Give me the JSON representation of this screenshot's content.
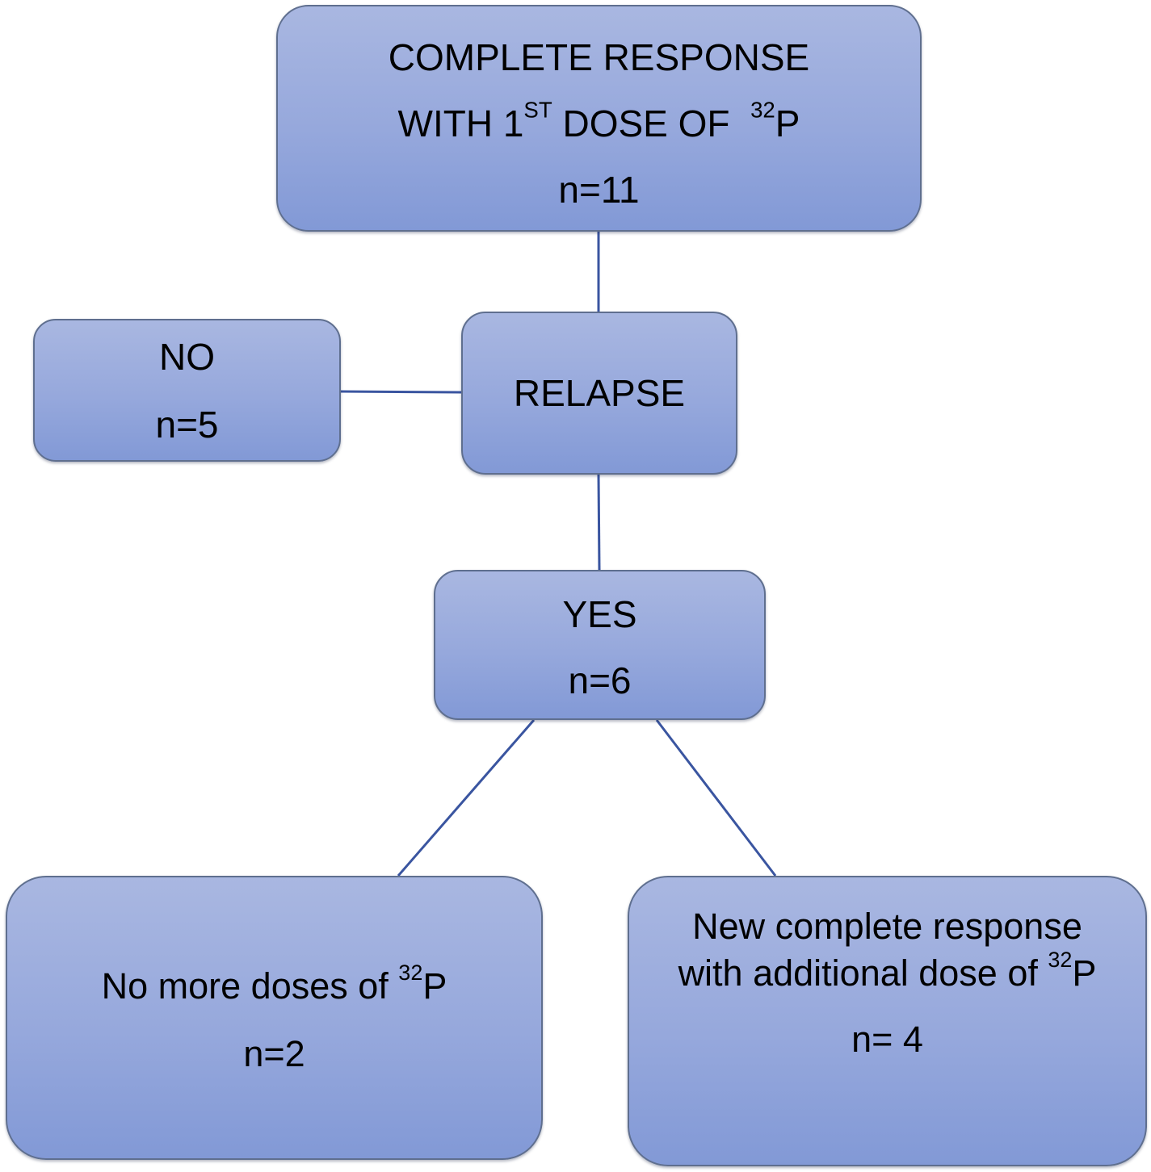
{
  "nodes": {
    "root": {
      "line1": "COMPLETE RESPONSE",
      "line2_pre": "WITH 1",
      "line2_sup": "ST",
      "line2_mid": " DOSE OF  ",
      "line2_isotope_sup": "32",
      "line2_isotope": "P",
      "count": "n=11"
    },
    "relapse": {
      "label": "RELAPSE"
    },
    "no": {
      "label": "NO",
      "count": "n=5"
    },
    "yes": {
      "label": "YES",
      "count": "n=6"
    },
    "no_more": {
      "label_pre": "No more doses of ",
      "label_sup": "32",
      "label_isotope": "P",
      "count": "n=2"
    },
    "new_response": {
      "line1": "New complete response",
      "line2_pre": "with additional dose of ",
      "line2_sup": "32",
      "line2_isotope": "P",
      "count": "n= 4"
    }
  },
  "colors": {
    "node_fill_top": "#a9b7e1",
    "node_fill_bottom": "#8299d6",
    "node_border": "#5f6f8f",
    "connector": "#3a55a0"
  }
}
